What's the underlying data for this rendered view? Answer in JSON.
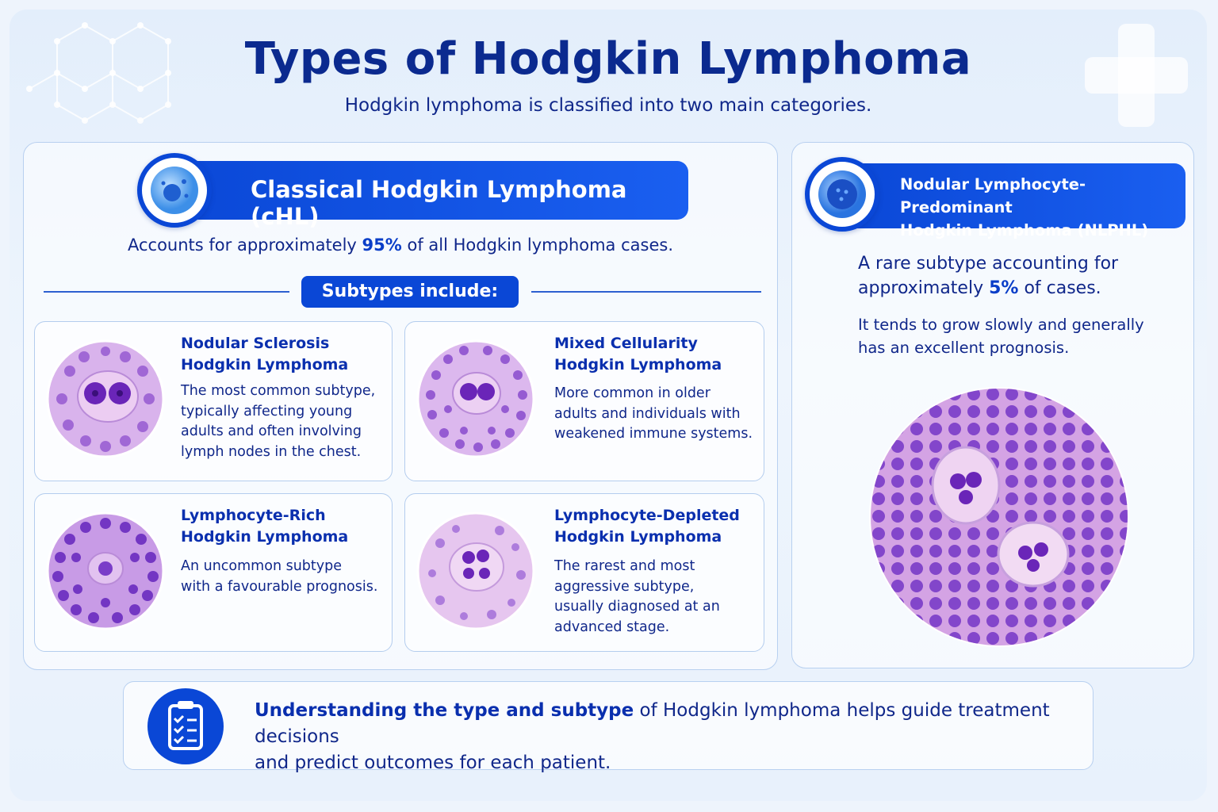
{
  "title": "Types of Hodgkin Lymphoma",
  "subtitle": "Hodgkin lymphoma is classified into two main categories.",
  "classical": {
    "heading": "Classical Hodgkin Lymphoma (cHL)",
    "accounts_pre": "Accounts for approximately ",
    "accounts_pct": "95%",
    "accounts_post": " of all Hodgkin lymphoma cases.",
    "subtypes_label": "Subtypes include:",
    "subtypes": [
      {
        "title_line1": "Nodular Sclerosis",
        "title_line2": "Hodgkin Lymphoma",
        "desc": [
          "The most common subtype,",
          "typically affecting young",
          "adults and often involving",
          "lymph nodes in the chest."
        ]
      },
      {
        "title_line1": "Mixed Cellularity",
        "title_line2": "Hodgkin Lymphoma",
        "desc": [
          "More common in older",
          "adults and individuals with",
          "weakened immune systems."
        ]
      },
      {
        "title_line1": "Lymphocyte-Rich",
        "title_line2": "Hodgkin Lymphoma",
        "desc": [
          "An uncommon subtype",
          "with a favourable prognosis."
        ]
      },
      {
        "title_line1": "Lymphocyte-Depleted",
        "title_line2": "Hodgkin Lymphoma",
        "desc": [
          "The rarest and most",
          "aggressive subtype,",
          "usually diagnosed at an",
          "advanced stage."
        ]
      }
    ]
  },
  "nlphl": {
    "heading_line1": "Nodular Lymphocyte-Predominant",
    "heading_line2": "Hodgkin Lymphoma (NLPHL)",
    "rare_line1": "A rare subtype accounting for",
    "rare_pre": "approximately ",
    "rare_pct": "5%",
    "rare_post": " of cases.",
    "growth_line1": "It tends to grow slowly and generally",
    "growth_line2": "has an excellent prognosis."
  },
  "footer": {
    "bold": "Understanding the type and subtype",
    "rest_line1": " of Hodgkin lymphoma helps guide treatment decisions",
    "line2": "and predict outcomes for each patient."
  },
  "colors": {
    "primary": "#0a47d6",
    "navy": "#0b2a8f",
    "stain_purple": "#8a3fc8",
    "stain_pink": "#e8b8e6"
  },
  "icons": [
    "cell-icon",
    "lymphocyte-icon",
    "clipboard-checklist-icon",
    "medical-cross-icon"
  ]
}
